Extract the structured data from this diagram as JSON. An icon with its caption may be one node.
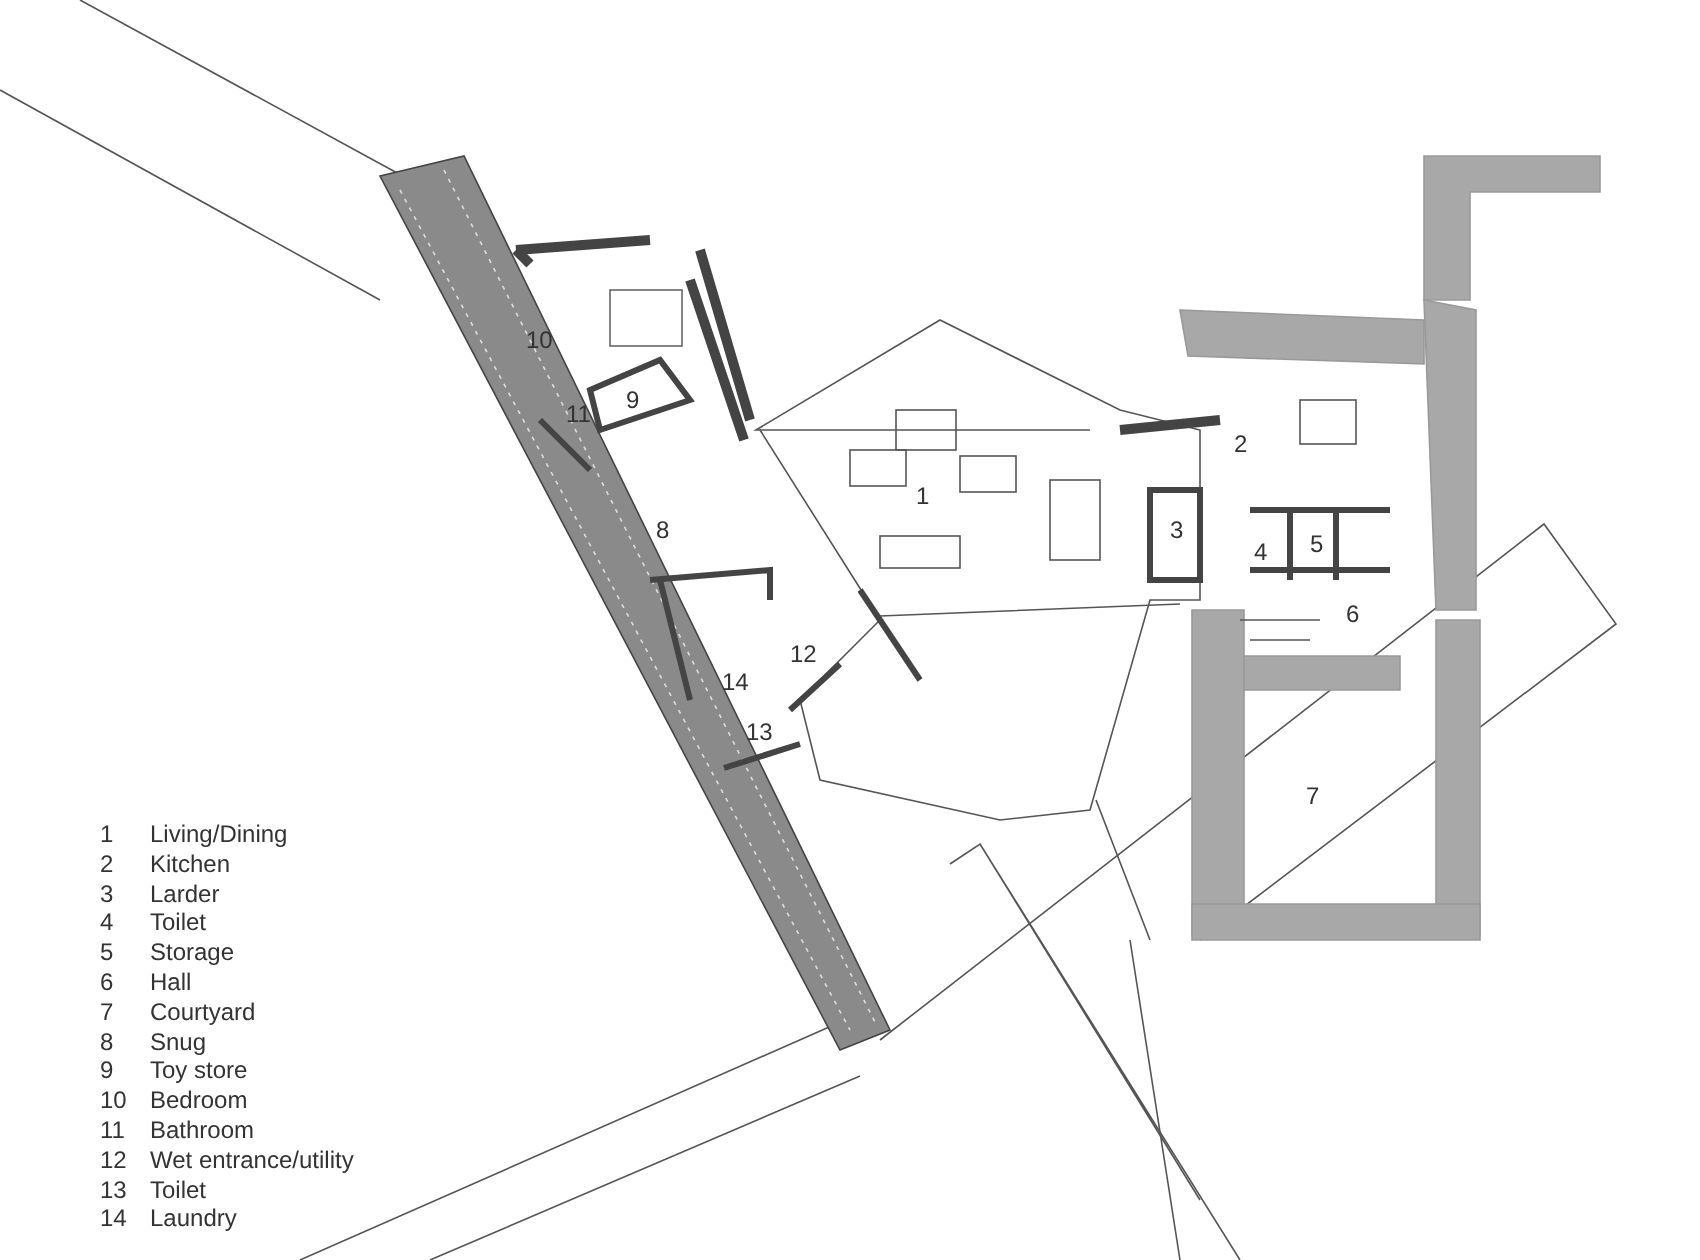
{
  "diagram": {
    "labels": [
      "10",
      "11",
      "9",
      "2",
      "1",
      "8",
      "3",
      "4",
      "5",
      "6",
      "12",
      "14",
      "13",
      "7",
      "1",
      "Living/Dining",
      "2",
      "Kitchen",
      "3",
      "Larder",
      "4",
      "Toilet",
      "5",
      "Storage",
      "6",
      "Hall",
      "7",
      "Courtyard",
      "8",
      "Snug",
      "9",
      "Toy store",
      "10",
      "Bedroom",
      "11",
      "Bathroom",
      "12",
      "Wet entrance/utility",
      "13",
      "Toilet",
      "14",
      "Laundry"
    ]
  }
}
